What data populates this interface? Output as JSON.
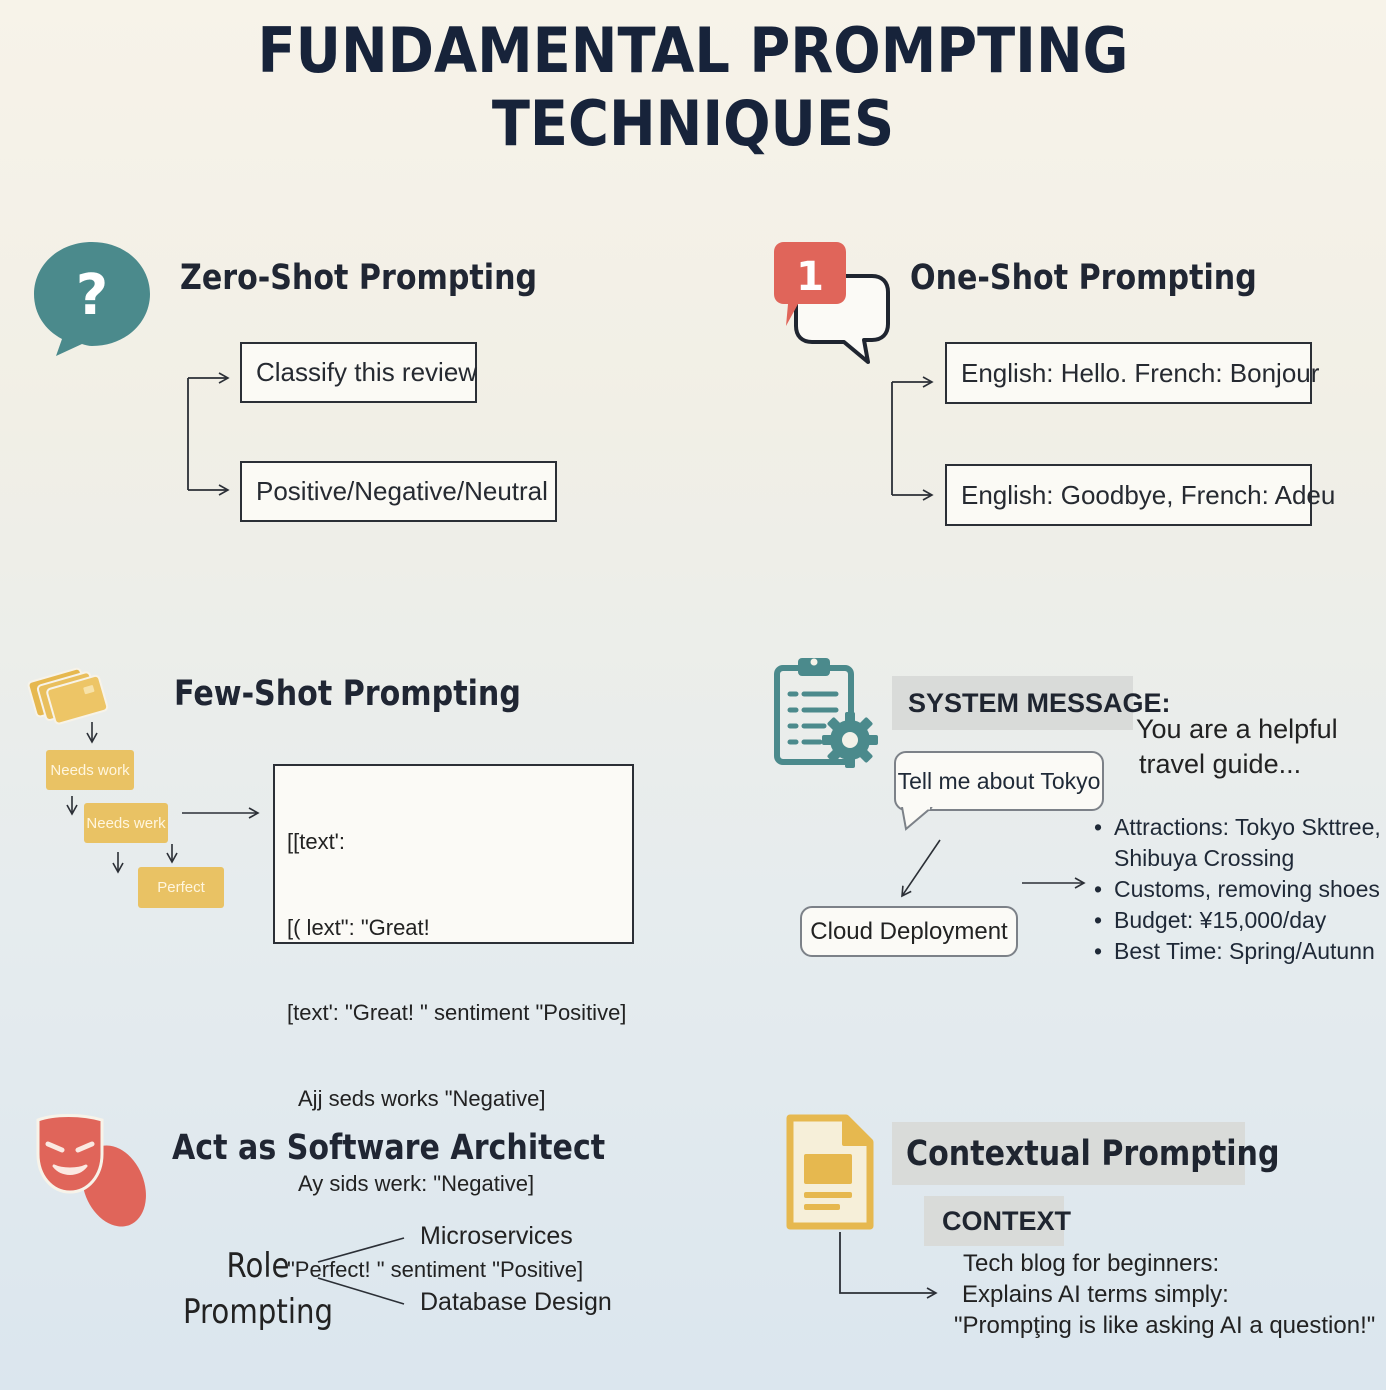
{
  "title": "FUNDAMENTAL PROMPTING TECHNIQUES",
  "colors": {
    "teal": "#4b8a8c",
    "coral": "#e0655a",
    "gold": "#e6b84f",
    "navy": "#17233a"
  },
  "zero_shot": {
    "icon": "question-bubble-icon",
    "heading": "Zero-Shot Prompting",
    "input": "Classify this review",
    "output": "Positive/Negative/Neutral"
  },
  "one_shot": {
    "icon": "numbered-chat-icon",
    "badge": "1",
    "heading": "One-Shot Prompting",
    "example": "English: Hello. French: Bonjour",
    "query": "English: Goodbye, French: Adeu"
  },
  "few_shot": {
    "icon": "cards-icon",
    "heading": "Few-Shot Prompting",
    "cards": [
      "Needs work",
      "Needs werk",
      "Perfect"
    ],
    "code_lines": [
      "[[text':",
      "[( lext\": \"Great!",
      "[text': \"Great! \" sentiment \"Positive]",
      "  Ajj seds works \"Negative]",
      "  Ay sids werk: \"Negative]",
      "\"Perfect! \" sentiment \"Positive]"
    ]
  },
  "system_message": {
    "icon": "clipboard-gear-icon",
    "label": "SYSTEM MESSAGE:",
    "text_lines": [
      "You are a helpful",
      "travel guide..."
    ],
    "user_bubble": "Tell me about Tokyo",
    "deployment": "Cloud Deployment",
    "bullets": [
      "Attractions: Tokyo Skttree,",
      "Shibuya Crossing",
      "Customs, removing shoes",
      "Budget: ¥15,000/day",
      "Best Time: Spring/Autunn"
    ]
  },
  "role": {
    "icon": "theater-masks-icon",
    "heading": "Act as Software Architect",
    "label_line1": "Role",
    "label_line2": "Prompting",
    "branches": [
      "Microservices",
      "Database Design"
    ]
  },
  "contextual": {
    "icon": "document-icon",
    "heading": "Contextual Prompting",
    "context_label": "CONTEXT",
    "lines": [
      "Tech blog for beginners:",
      "Explains AI terms simply:",
      "\"Prompţing is like asking AI a question!\""
    ]
  }
}
